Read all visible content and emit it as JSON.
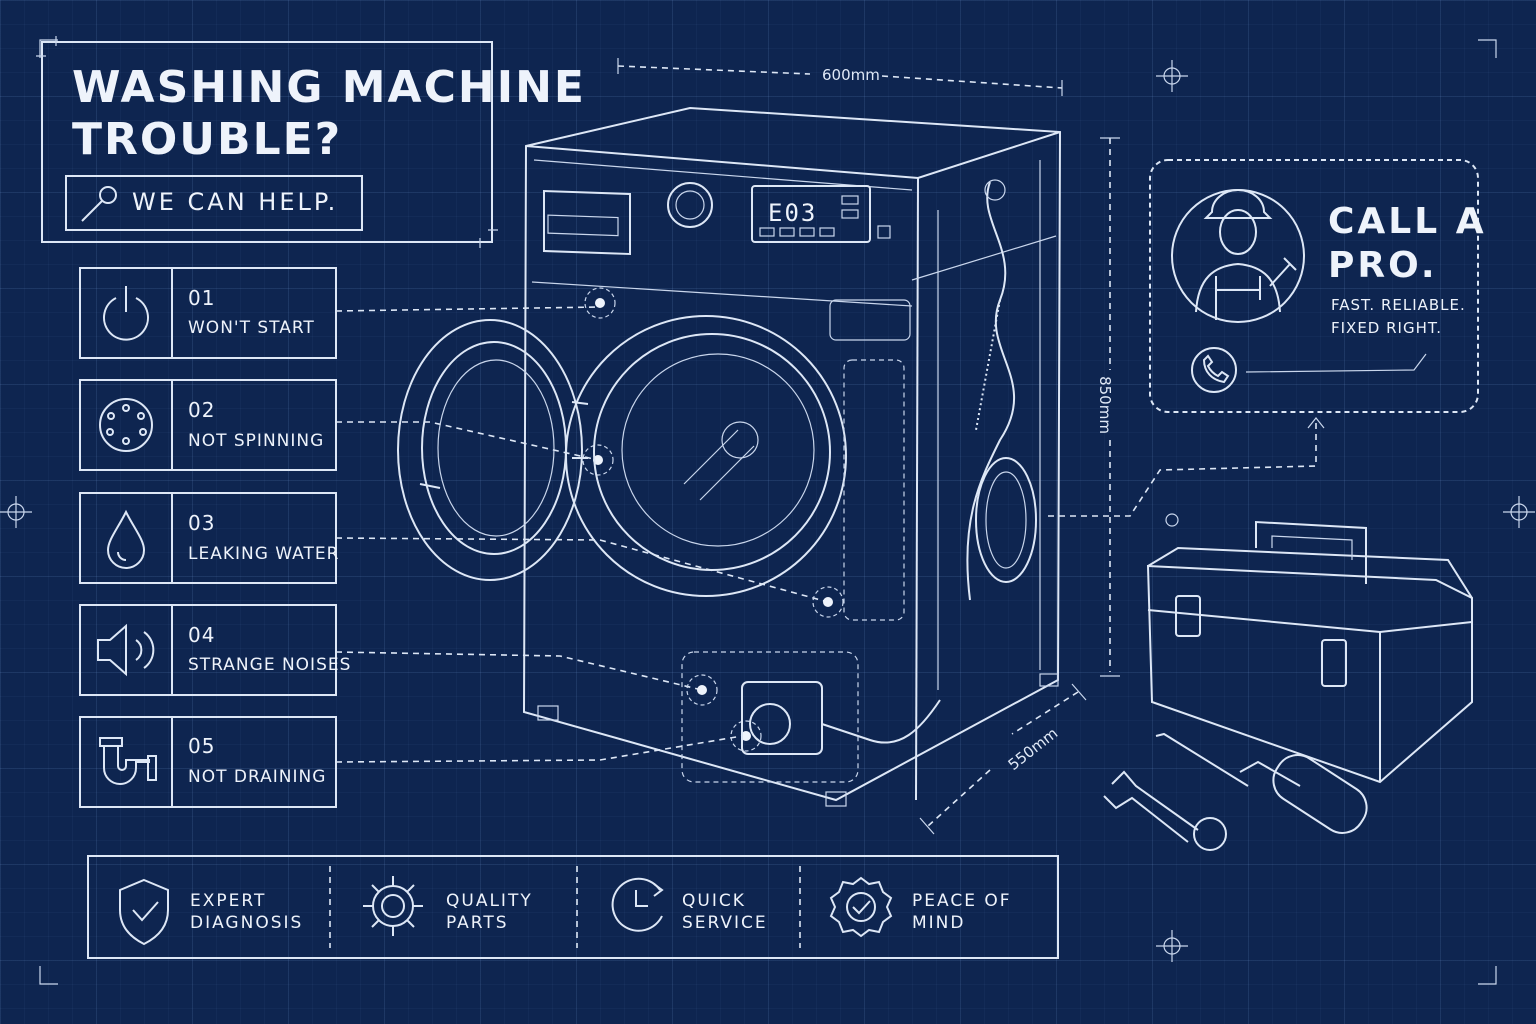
{
  "header": {
    "title_line1": "WASHING MACHINE",
    "title_line2": "TROUBLE?",
    "tagline": "WE CAN HELP."
  },
  "problems": [
    {
      "number": "01",
      "label": "WON'T START",
      "icon": "power-icon"
    },
    {
      "number": "02",
      "label": "NOT SPINNING",
      "icon": "drum-icon"
    },
    {
      "number": "03",
      "label": "LEAKING WATER",
      "icon": "water-drop-icon"
    },
    {
      "number": "04",
      "label": "STRANGE NOISES",
      "icon": "speaker-icon"
    },
    {
      "number": "05",
      "label": "NOT DRAINING",
      "icon": "drain-pipe-icon"
    }
  ],
  "machine": {
    "display_code": "E03",
    "dimensions": {
      "width": "600mm",
      "height": "850mm",
      "depth": "550mm"
    }
  },
  "call_panel": {
    "title_line1": "CALL A",
    "title_line2": "PRO.",
    "subtitle_line1": "FAST. RELIABLE.",
    "subtitle_line2": "FIXED RIGHT.",
    "icons": [
      "technician-icon",
      "phone-icon"
    ]
  },
  "features": [
    {
      "line1": "EXPERT",
      "line2": "DIAGNOSIS",
      "icon": "shield-check-icon"
    },
    {
      "line1": "QUALITY",
      "line2": "PARTS",
      "icon": "gear-icon"
    },
    {
      "line1": "QUICK",
      "line2": "SERVICE",
      "icon": "clock-icon"
    },
    {
      "line1": "PEACE OF",
      "line2": "MIND",
      "icon": "badge-check-icon"
    }
  ],
  "decor_icons": [
    "wrench-icon",
    "toolbox-icon",
    "screwdriver-icon"
  ],
  "colors": {
    "background": "#0e2550",
    "line": "#dde7f6"
  }
}
